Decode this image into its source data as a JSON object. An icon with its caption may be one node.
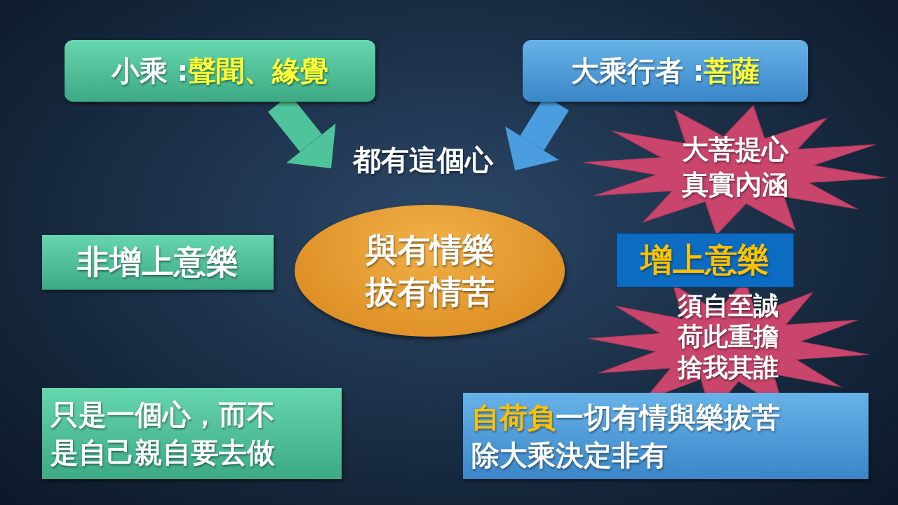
{
  "diagram": {
    "nodes": [
      {
        "text": [
          "小乘 :",
          "聲聞、緣覺"
        ]
      },
      {
        "text": [
          "大乘行者 :",
          "菩薩"
        ]
      },
      {
        "text": [
          "都有這個心"
        ]
      },
      {
        "text": [
          "大菩提心真實內涵"
        ]
      },
      {
        "text": [
          "非增上意樂"
        ]
      },
      {
        "text": [
          "與有情樂拔有情苦"
        ]
      },
      {
        "text": [
          "增上意樂"
        ]
      },
      {
        "text": [
          "須自至誠荷此重擔捨我其誰"
        ]
      },
      {
        "text": [
          "只是一個心，而不是自己親自要去做"
        ]
      },
      {
        "text": [
          "自荷負",
          "一切有情與樂拔苦除大乘決定非有"
        ]
      }
    ],
    "edges": [
      {
        "from": 0,
        "to": 2,
        "arrow": "to",
        "color": "#4fc49a"
      },
      {
        "from": 1,
        "to": 2,
        "arrow": "to",
        "color": "#4a9ee0"
      }
    ]
  }
}
